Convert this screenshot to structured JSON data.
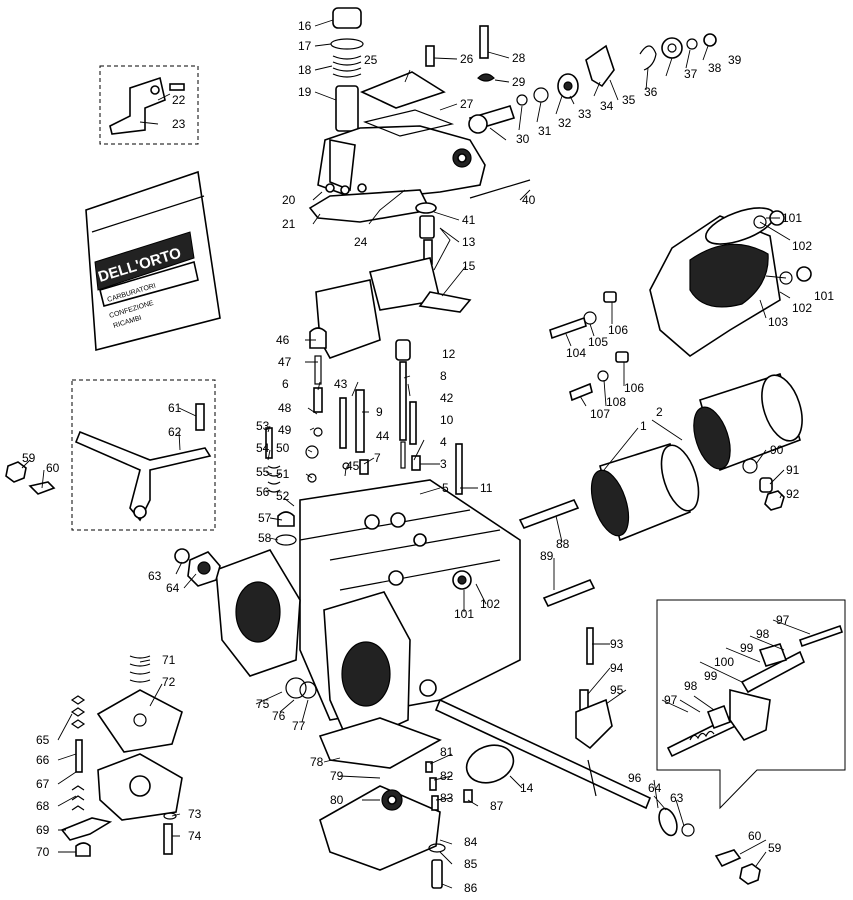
{
  "package": {
    "brand": "DELL'ORTO",
    "line1": "CARBURATORI",
    "line2": "CONFEZIONE",
    "line3": "RICAMBI"
  },
  "labels": [
    {
      "id": "l16",
      "text": "16"
    },
    {
      "id": "l17",
      "text": "17"
    },
    {
      "id": "l18",
      "text": "18"
    },
    {
      "id": "l19",
      "text": "19"
    },
    {
      "id": "l20",
      "text": "20"
    },
    {
      "id": "l21",
      "text": "21"
    },
    {
      "id": "l22",
      "text": "22"
    },
    {
      "id": "l23",
      "text": "23"
    },
    {
      "id": "l24",
      "text": "24"
    },
    {
      "id": "l25",
      "text": "25"
    },
    {
      "id": "l26",
      "text": "26"
    },
    {
      "id": "l27",
      "text": "27"
    },
    {
      "id": "l28",
      "text": "28"
    },
    {
      "id": "l29",
      "text": "29"
    },
    {
      "id": "l30",
      "text": "30"
    },
    {
      "id": "l31",
      "text": "31"
    },
    {
      "id": "l32",
      "text": "32"
    },
    {
      "id": "l33",
      "text": "33"
    },
    {
      "id": "l34",
      "text": "34"
    },
    {
      "id": "l35",
      "text": "35"
    },
    {
      "id": "l36",
      "text": "36"
    },
    {
      "id": "l37",
      "text": "37"
    },
    {
      "id": "l38",
      "text": "38"
    },
    {
      "id": "l39",
      "text": "39"
    },
    {
      "id": "l40",
      "text": "40"
    },
    {
      "id": "l41",
      "text": "41"
    },
    {
      "id": "l13",
      "text": "13"
    },
    {
      "id": "l15",
      "text": "15"
    },
    {
      "id": "l101a",
      "text": "101"
    },
    {
      "id": "l102a",
      "text": "102"
    },
    {
      "id": "l101b",
      "text": "101"
    },
    {
      "id": "l102b",
      "text": "102"
    },
    {
      "id": "l103",
      "text": "103"
    },
    {
      "id": "l106a",
      "text": "106"
    },
    {
      "id": "l105",
      "text": "105"
    },
    {
      "id": "l104",
      "text": "104"
    },
    {
      "id": "l106b",
      "text": "106"
    },
    {
      "id": "l107",
      "text": "107"
    },
    {
      "id": "l108",
      "text": "108"
    },
    {
      "id": "l46",
      "text": "46"
    },
    {
      "id": "l12",
      "text": "12"
    },
    {
      "id": "l47",
      "text": "47"
    },
    {
      "id": "l8",
      "text": "8"
    },
    {
      "id": "l6",
      "text": "6"
    },
    {
      "id": "l43",
      "text": "43"
    },
    {
      "id": "l42",
      "text": "42"
    },
    {
      "id": "l9",
      "text": "9"
    },
    {
      "id": "l48",
      "text": "48"
    },
    {
      "id": "l49",
      "text": "49"
    },
    {
      "id": "l10",
      "text": "10"
    },
    {
      "id": "l44",
      "text": "44"
    },
    {
      "id": "l2",
      "text": "2"
    },
    {
      "id": "l1",
      "text": "1"
    },
    {
      "id": "l61",
      "text": "61"
    },
    {
      "id": "l62",
      "text": "62"
    },
    {
      "id": "l53",
      "text": "53"
    },
    {
      "id": "l54",
      "text": "54"
    },
    {
      "id": "l50",
      "text": "50"
    },
    {
      "id": "l4",
      "text": "4"
    },
    {
      "id": "l7",
      "text": "7"
    },
    {
      "id": "l45",
      "text": "45"
    },
    {
      "id": "l3",
      "text": "3"
    },
    {
      "id": "l51",
      "text": "51"
    },
    {
      "id": "l90",
      "text": "90"
    },
    {
      "id": "l91",
      "text": "91"
    },
    {
      "id": "l92",
      "text": "92"
    },
    {
      "id": "l59a",
      "text": "59"
    },
    {
      "id": "l60a",
      "text": "60"
    },
    {
      "id": "l55",
      "text": "55"
    },
    {
      "id": "l11",
      "text": "11"
    },
    {
      "id": "l5",
      "text": "5"
    },
    {
      "id": "l56",
      "text": "56"
    },
    {
      "id": "l52",
      "text": "52"
    },
    {
      "id": "l57",
      "text": "57"
    },
    {
      "id": "l58",
      "text": "58"
    },
    {
      "id": "l88",
      "text": "88"
    },
    {
      "id": "l63a",
      "text": "63"
    },
    {
      "id": "l64a",
      "text": "64"
    },
    {
      "id": "l89",
      "text": "89"
    },
    {
      "id": "l101c",
      "text": "101"
    },
    {
      "id": "l102c",
      "text": "102"
    },
    {
      "id": "l97a",
      "text": "97"
    },
    {
      "id": "l98a",
      "text": "98"
    },
    {
      "id": "l99a",
      "text": "99"
    },
    {
      "id": "l100",
      "text": "100"
    },
    {
      "id": "l93",
      "text": "93"
    },
    {
      "id": "l71",
      "text": "71"
    },
    {
      "id": "l72",
      "text": "72"
    },
    {
      "id": "l94",
      "text": "94"
    },
    {
      "id": "l95",
      "text": "95"
    },
    {
      "id": "l97b",
      "text": "97"
    },
    {
      "id": "l98b",
      "text": "98"
    },
    {
      "id": "l99b",
      "text": "99"
    },
    {
      "id": "l75",
      "text": "75"
    },
    {
      "id": "l76",
      "text": "76"
    },
    {
      "id": "l77",
      "text": "77"
    },
    {
      "id": "l65",
      "text": "65"
    },
    {
      "id": "l66",
      "text": "66"
    },
    {
      "id": "l67",
      "text": "67"
    },
    {
      "id": "l78",
      "text": "78"
    },
    {
      "id": "l81",
      "text": "81"
    },
    {
      "id": "l79",
      "text": "79"
    },
    {
      "id": "l82",
      "text": "82"
    },
    {
      "id": "l14",
      "text": "14"
    },
    {
      "id": "l80",
      "text": "80"
    },
    {
      "id": "l83",
      "text": "83"
    },
    {
      "id": "l96",
      "text": "96"
    },
    {
      "id": "l64b",
      "text": "64"
    },
    {
      "id": "l63b",
      "text": "63"
    },
    {
      "id": "l68",
      "text": "68"
    },
    {
      "id": "l73",
      "text": "73"
    },
    {
      "id": "l87",
      "text": "87"
    },
    {
      "id": "l69",
      "text": "69"
    },
    {
      "id": "l74",
      "text": "74"
    },
    {
      "id": "l84",
      "text": "84"
    },
    {
      "id": "l60b",
      "text": "60"
    },
    {
      "id": "l70",
      "text": "70"
    },
    {
      "id": "l59b",
      "text": "59"
    },
    {
      "id": "l85",
      "text": "85"
    },
    {
      "id": "l86",
      "text": "86"
    }
  ]
}
